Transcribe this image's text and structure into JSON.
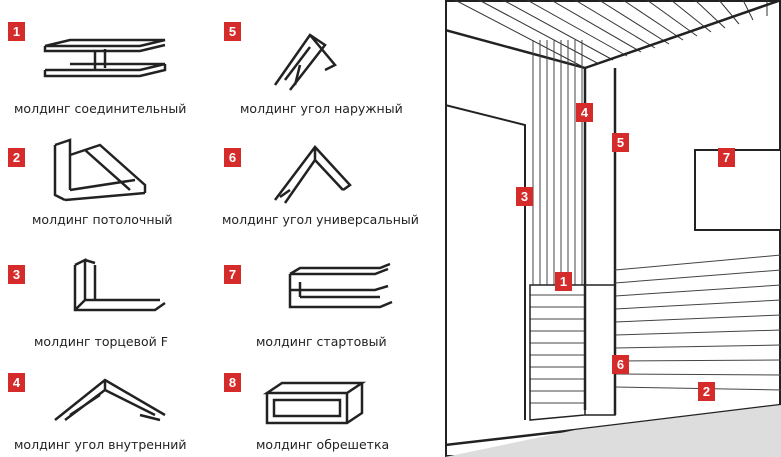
{
  "items": [
    {
      "num": "1",
      "label": "молдинг соединительный"
    },
    {
      "num": "2",
      "label": "молдинг потолочный"
    },
    {
      "num": "3",
      "label": "молдинг торцевой F"
    },
    {
      "num": "4",
      "label": "молдинг угол внутренний"
    },
    {
      "num": "5",
      "label": "молдинг угол наружный"
    },
    {
      "num": "6",
      "label": "молдинг угол универсальный"
    },
    {
      "num": "7",
      "label": "молдинг стартовый"
    },
    {
      "num": "8",
      "label": "молдинг обрешетка"
    }
  ],
  "room_badges": [
    "1",
    "2",
    "3",
    "4",
    "5",
    "6",
    "7"
  ],
  "colors": {
    "badge": "#d52b2b",
    "line": "#222222"
  }
}
